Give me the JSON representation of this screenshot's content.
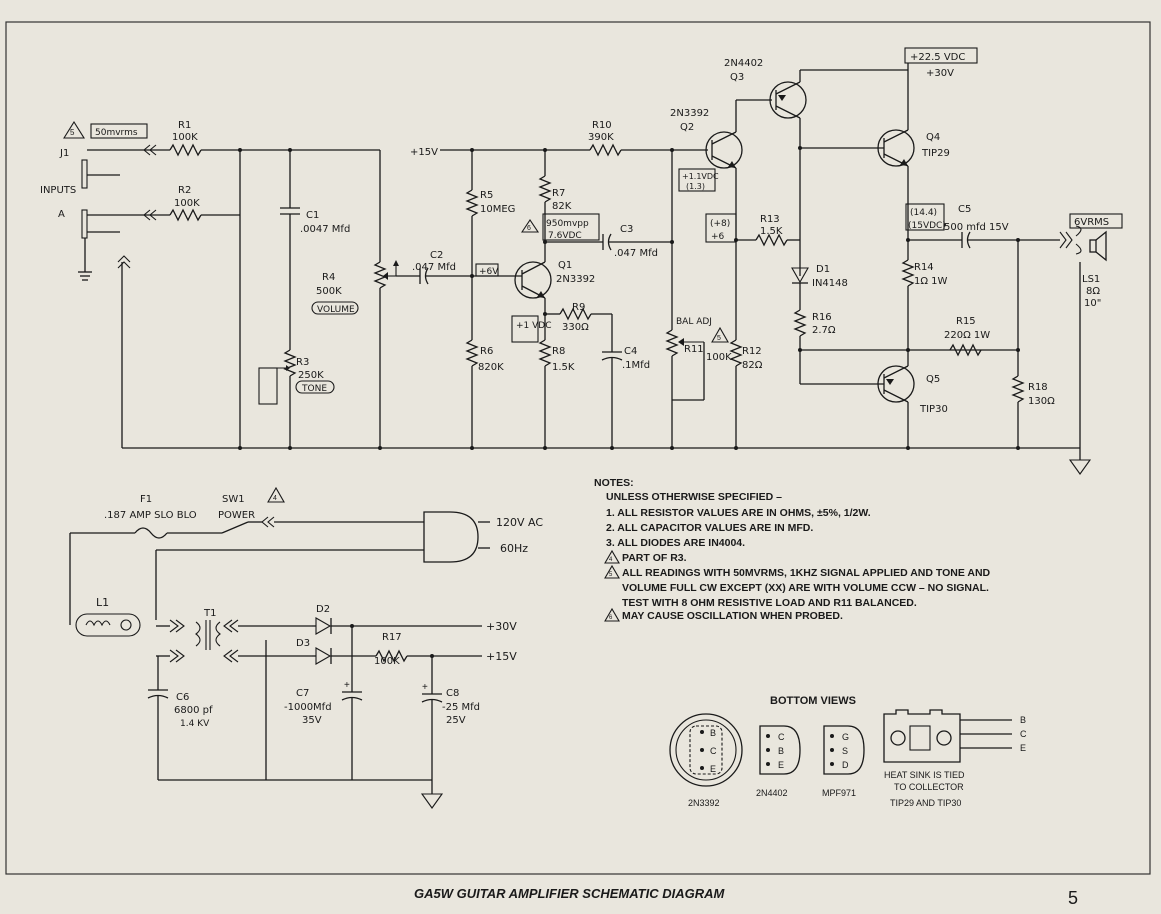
{
  "title": "GA5W GUITAR AMPLIFIER SCHEMATIC DIAGRAM",
  "page_number": "5",
  "inputs": {
    "label": "INPUTS",
    "jack": "J1",
    "signal": "50mvrms",
    "tag1": "5",
    "tag2": "A"
  },
  "components": {
    "r1": {
      "ref": "R1",
      "value": "100K"
    },
    "r2": {
      "ref": "R2",
      "value": "100K"
    },
    "c1": {
      "ref": "C1",
      "value": ".0047 Mfd"
    },
    "r4": {
      "ref": "R4",
      "value": "500K",
      "label": "VOLUME"
    },
    "r3": {
      "ref": "R3",
      "value": "250K",
      "label": "TONE"
    },
    "c2": {
      "ref": "C2",
      "value": ".047 Mfd"
    },
    "r5": {
      "ref": "R5",
      "value": "10MEG"
    },
    "r6": {
      "ref": "R6",
      "value": "820K"
    },
    "r7": {
      "ref": "R7",
      "value": "82K"
    },
    "r8": {
      "ref": "R8",
      "value": "1.5K"
    },
    "r9": {
      "ref": "R9",
      "value": "330Ω"
    },
    "r10": {
      "ref": "R10",
      "value": "390K"
    },
    "c3": {
      "ref": "C3",
      "value": ".047 Mfd"
    },
    "c4": {
      "ref": "C4",
      "value": ".1Mfd"
    },
    "q1": {
      "ref": "Q1",
      "value": "2N3392"
    },
    "q2": {
      "ref": "Q2",
      "value": "2N3392"
    },
    "q3": {
      "ref": "Q3",
      "value": "2N4402"
    },
    "q4": {
      "ref": "Q4",
      "value": "TIP29"
    },
    "q5": {
      "ref": "Q5",
      "value": "TIP30"
    },
    "r11": {
      "ref": "R11",
      "value": "100K",
      "label": "BAL ADJ",
      "tag": "5"
    },
    "r12": {
      "ref": "R12",
      "value": "82Ω"
    },
    "r13": {
      "ref": "R13",
      "value": "1.5K"
    },
    "d1": {
      "ref": "D1",
      "value": "IN4148"
    },
    "r14": {
      "ref": "R14",
      "value": "1Ω  1W"
    },
    "r15": {
      "ref": "R15",
      "value": "220Ω 1W"
    },
    "r16": {
      "ref": "R16",
      "value": "2.7Ω"
    },
    "r18": {
      "ref": "R18",
      "value": "130Ω"
    },
    "c5": {
      "ref": "C5",
      "value": "500 mfd  15V"
    },
    "ls1": {
      "ref": "LS1",
      "value": "8Ω",
      "size": "10\""
    }
  },
  "readings": {
    "v15": "+15V",
    "v6": "+6V",
    "v1": "+1 VDC",
    "sig950": "950mvpp",
    "v7_6": "7.6VDC",
    "tag6": "6",
    "q2v": "+1.1VDC",
    "q2v2": "(1.3)",
    "v8": "(+8)",
    "v6b": "+6",
    "v14": "(14.4)",
    "v15b": "(15VDC)",
    "out": "6VRMS",
    "supply_box": "+22.5 VDC",
    "supply": "+30V"
  },
  "power": {
    "f1": {
      "ref": "F1",
      "value": ".187 AMP SLO BLO"
    },
    "sw1": {
      "ref": "SW1",
      "value": "POWER",
      "tag": "4"
    },
    "ac": "120V AC",
    "hz": "60Hz",
    "l1": "L1",
    "t1": "T1",
    "d2": "D2",
    "d3": "D3",
    "r17": {
      "ref": "R17",
      "value": "100K"
    },
    "v30": "+30V",
    "v15": "+15V",
    "c6": {
      "ref": "C6",
      "value": "6800 pf",
      "rating": "1.4 KV"
    },
    "c7": {
      "ref": "C7",
      "value": "-1000Mfd",
      "rating": "35V"
    },
    "c8": {
      "ref": "C8",
      "value": "-25 Mfd",
      "rating": "25V"
    }
  },
  "notes": {
    "heading": "NOTES:",
    "intro": "UNLESS OTHERWISE SPECIFIED –",
    "items": [
      "1. ALL RESISTOR VALUES ARE IN OHMS, ±5%, 1/2W.",
      "2. ALL CAPACITOR VALUES ARE IN MFD.",
      "3. ALL DIODES ARE IN4004.",
      "PART OF R3.",
      "ALL READINGS WITH 50MVRMS, 1KHZ SIGNAL APPLIED AND TONE AND",
      "VOLUME FULL CW EXCEPT (XX) ARE WITH VOLUME CCW – NO SIGNAL.",
      "TEST WITH 8 OHM RESISTIVE LOAD AND R11 BALANCED.",
      "MAY CAUSE OSCILLATION WHEN PROBED."
    ],
    "tag4": "4",
    "tag5": "5",
    "tag6": "6"
  },
  "bottom_views": {
    "heading": "BOTTOM VIEWS",
    "p1": {
      "name": "2N3392",
      "pins": [
        "B",
        "C",
        "E"
      ]
    },
    "p2": {
      "name": "2N4402",
      "pins": [
        "C",
        "B",
        "E"
      ]
    },
    "p3": {
      "name": "MPF971",
      "pins": [
        "G",
        "S",
        "D"
      ]
    },
    "p4": {
      "pins": [
        "B",
        "C",
        "E"
      ],
      "caption1": "HEAT SINK IS TIED",
      "caption2": "TO COLLECTOR",
      "caption3": "TIP29 AND TIP30"
    }
  }
}
